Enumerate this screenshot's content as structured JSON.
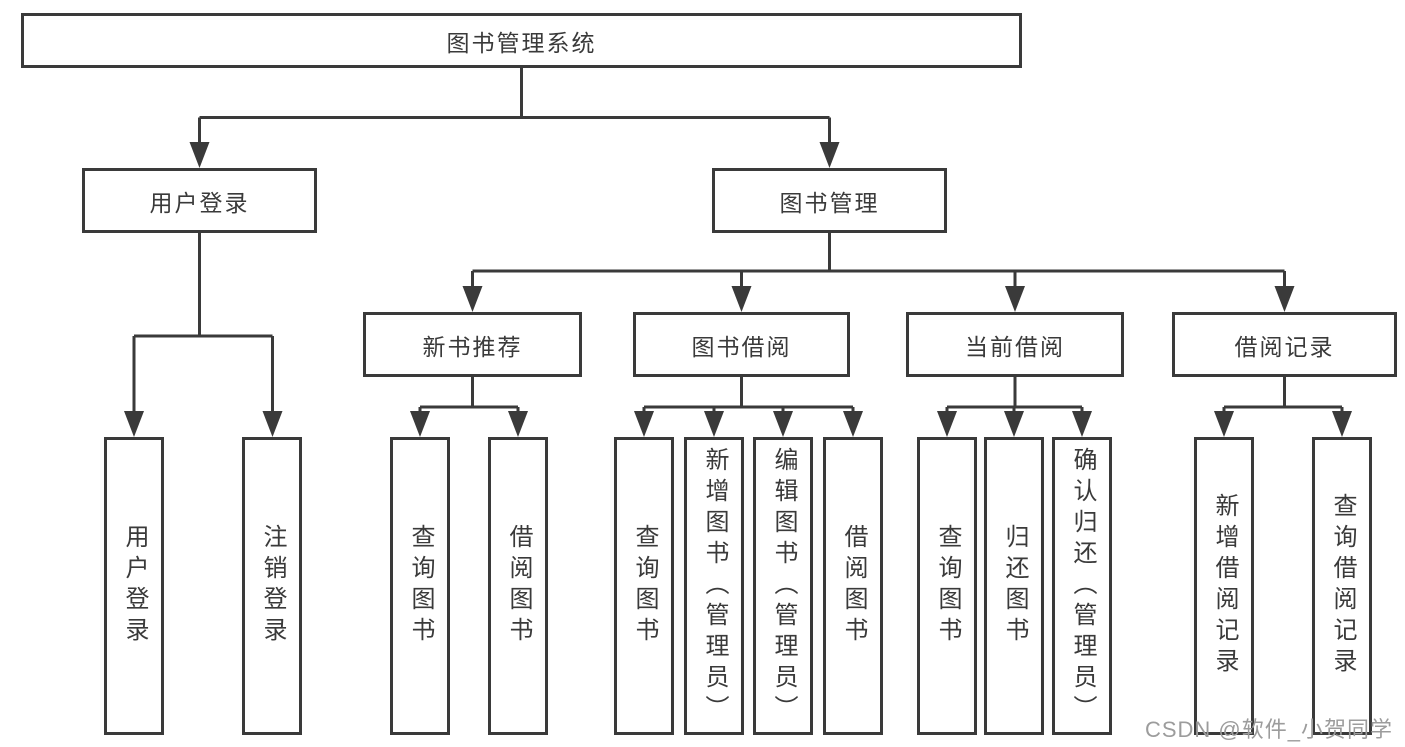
{
  "tree": {
    "root": {
      "label": "图书管理系统"
    },
    "branches": [
      {
        "label": "用户登录",
        "children": [
          {
            "label": "用户登录"
          },
          {
            "label": "注销登录"
          }
        ]
      },
      {
        "label": "图书管理",
        "children": [
          {
            "label": "新书推荐",
            "children": [
              {
                "label": "查询图书"
              },
              {
                "label": "借阅图书"
              }
            ]
          },
          {
            "label": "图书借阅",
            "children": [
              {
                "label": "查询图书"
              },
              {
                "label": "新增图书（管理员）"
              },
              {
                "label": "编辑图书（管理员）"
              },
              {
                "label": "借阅图书"
              }
            ]
          },
          {
            "label": "当前借阅",
            "children": [
              {
                "label": "查询图书"
              },
              {
                "label": "归还图书"
              },
              {
                "label": "确认归还（管理员）"
              }
            ]
          },
          {
            "label": "借阅记录",
            "children": [
              {
                "label": "新增借阅记录"
              },
              {
                "label": "查询借阅记录"
              }
            ]
          }
        ]
      }
    ]
  },
  "watermark": {
    "text": "CSDN @软件_小贺同学"
  },
  "colors": {
    "line": "#3a3a3a",
    "text": "#3a3a3a",
    "background": "#ffffff",
    "watermark": "#9c9c9c"
  }
}
